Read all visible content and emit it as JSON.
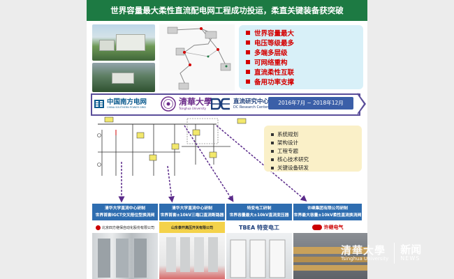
{
  "banner": {
    "title": "世界容量最大柔性直流配电网工程成功投运，柔直关键装备获突破"
  },
  "features": [
    "世界容量最大",
    "电压等级最多",
    "多端多层级",
    "可网络重构",
    "直流柔性互联",
    "备用功率支撑"
  ],
  "logos": {
    "sgcc_name": "中国南方电网",
    "sgcc_en": "CHINA SOUTHERN POWER GRID",
    "tsinghua_name": "清華大學",
    "tsinghua_en": "Tsinghua University",
    "dc_name": "直流研究中心",
    "dc_en": "DC Research Center",
    "period": "2016年7月 ~ 2018年12月"
  },
  "tasks": [
    "系统规划",
    "架构设计",
    "工程专题",
    "核心技术研究",
    "关键设备研发"
  ],
  "outcomes": [
    {
      "line1": "清华大学直流中心研制",
      "line2": "世界首套IGCT交叉箝位型换流阀"
    },
    {
      "line1": "清华大学直流中心研制",
      "line2": "世界首套±10kV三端口直流断路器"
    },
    {
      "line1": "特变电工研制",
      "line2": "世界容量最大±10kV直流变压器"
    },
    {
      "line1": "许继集团有限公司研制",
      "line2": "世界最大容量±10kV柔性直流换流阀"
    }
  ],
  "companies": [
    "北京四方继保自动化股份有限公司",
    "山东泰开高压开关有限公司",
    "TBEA 特变电工",
    "许继电气"
  ],
  "watermark": {
    "school": "清華大學",
    "school_en": "Tsinghua University",
    "news": "新闻",
    "news_en": "NEWS"
  },
  "colors": {
    "banner": "#1d7a43",
    "feature_text": "#d40000",
    "outcome_bg": "#2e6db0",
    "arrow": "#5a4e9a"
  }
}
